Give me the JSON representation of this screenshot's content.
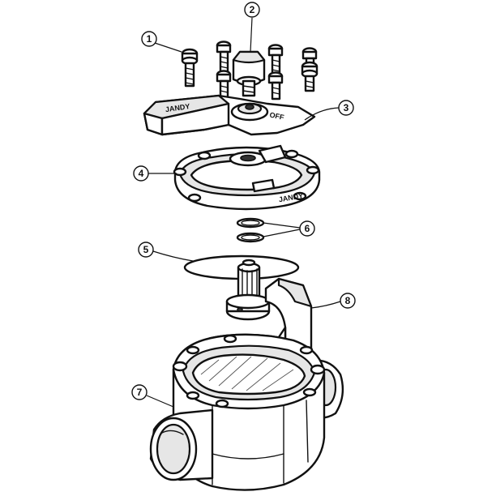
{
  "colors": {
    "line": "#111111",
    "shade": "#e6e6e6",
    "background": "#ffffff"
  },
  "callouts": [
    {
      "id": "1",
      "label": "1"
    },
    {
      "id": "2",
      "label": "2"
    },
    {
      "id": "3",
      "label": "3"
    },
    {
      "id": "4",
      "label": "4"
    },
    {
      "id": "5",
      "label": "5"
    },
    {
      "id": "6",
      "label": "6"
    },
    {
      "id": "7",
      "label": "7"
    },
    {
      "id": "8",
      "label": "8"
    }
  ],
  "engravings": {
    "handle_text": "JANDY",
    "handle_off": "OFF",
    "lid_text": "JANDY"
  }
}
